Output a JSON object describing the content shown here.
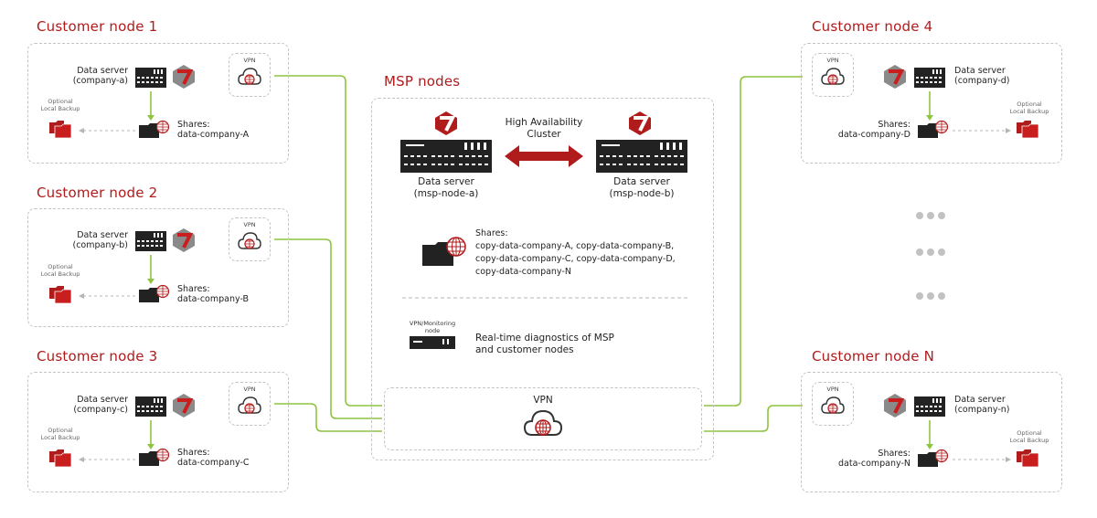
{
  "colors": {
    "accent_red": "#b01b1b",
    "wire_green": "#8fc440",
    "dash_gray": "#c4c4c4"
  },
  "nodes": {
    "node1": {
      "title": "Customer node 1",
      "server": "Data server\n(company-a)",
      "vpn": "VPN",
      "shares": "Shares:\ndata-company-A",
      "backup": "Optional\nLocal Backup"
    },
    "node2": {
      "title": "Customer node 2",
      "server": "Data server\n(company-b)",
      "vpn": "VPN",
      "shares": "Shares:\ndata-company-B",
      "backup": "Optional\nLocal Backup"
    },
    "node3": {
      "title": "Customer node 3",
      "server": "Data server\n(company-c)",
      "vpn": "VPN",
      "shares": "Shares:\ndata-company-C",
      "backup": "Optional\nLocal Backup"
    },
    "node4": {
      "title": "Customer node 4",
      "server": "Data server\n(company-d)",
      "vpn": "VPN",
      "shares": "Shares:\ndata-company-D",
      "backup": "Optional\nLocal Backup"
    },
    "nodeN": {
      "title": "Customer node N",
      "server": "Data server\n(company-n)",
      "vpn": "VPN",
      "shares": "Shares:\ndata-company-N",
      "backup": "Optional\nLocal Backup"
    }
  },
  "msp": {
    "title": "MSP nodes",
    "cluster_label": "High Availability\nCluster",
    "server_a": "Data server\n(msp-node-a)",
    "server_b": "Data server\n(msp-node-b)",
    "shares": "Shares:\ncopy-data-company-A, copy-data-company-B,\ncopy-data-company-C, copy-data-company-D,\ncopy-data-company-N",
    "monitoring_label": "VPN/Monitoring\nnode",
    "monitoring_text": "Real-time diagnostics of MSP\nand customer nodes",
    "vpn_label": "VPN"
  },
  "icons": [
    "server-icon",
    "logo-7-icon",
    "cloud-globe-icon",
    "folder-globe-icon",
    "backup-folder-icon",
    "more-dots-icon"
  ]
}
